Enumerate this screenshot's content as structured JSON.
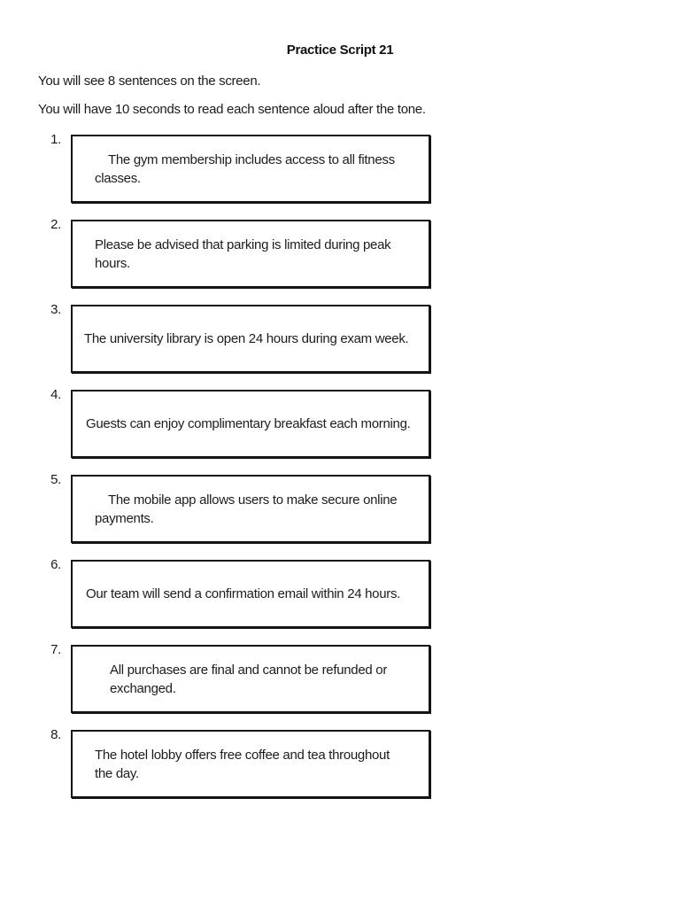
{
  "document": {
    "title": "Practice Script 21",
    "instructions": [
      "You will see 8 sentences on the screen.",
      "You will have 10 seconds to read each sentence aloud after the tone."
    ],
    "items": [
      {
        "number": "1.",
        "lines": [
          "The gym membership includes access to all fitness",
          "classes."
        ]
      },
      {
        "number": "2.",
        "lines": [
          "Please be advised that parking is limited during peak",
          "hours."
        ]
      },
      {
        "number": "3.",
        "lines": [
          "The university library is open 24 hours during exam week."
        ]
      },
      {
        "number": "4.",
        "lines": [
          "Guests can enjoy complimentary breakfast each morning."
        ]
      },
      {
        "number": "5.",
        "lines": [
          "The mobile app allows users to make secure online",
          "payments."
        ]
      },
      {
        "number": "6.",
        "lines": [
          "Our team will send a confirmation email within 24 hours."
        ]
      },
      {
        "number": "7.",
        "lines": [
          "All purchases are final and cannot be refunded or",
          "exchanged."
        ]
      },
      {
        "number": "8.",
        "lines": [
          "The hotel lobby offers free coffee and tea throughout",
          "the day."
        ]
      }
    ],
    "colors": {
      "background": "#ffffff",
      "text": "#1c1c1c",
      "box_border": "#141414"
    }
  }
}
